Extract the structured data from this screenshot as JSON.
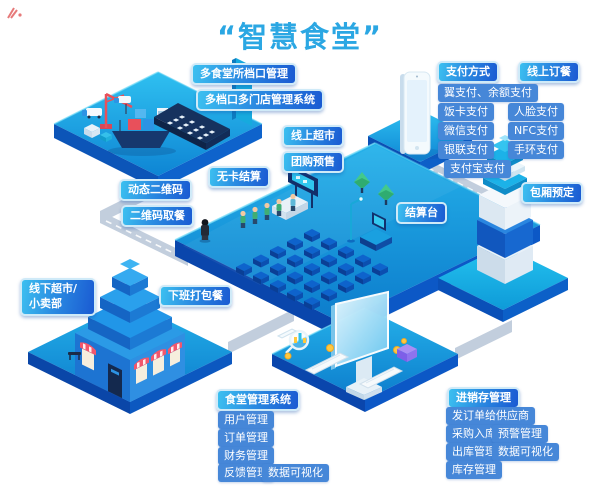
{
  "title": "“智慧食堂”",
  "colors": {
    "title_blue": "#2ba7e3",
    "tag_gradient_from": "#3cc0f0",
    "tag_gradient_to": "#1a5ad2",
    "item_blue": "#4687d8",
    "platform_blue": "#0f8cd8",
    "accent_cyan": "#1cb2e8",
    "awning_red": "#f2566c",
    "tree_green": "#43c98c"
  },
  "tags": {
    "multi_canteen_stall": "多食堂所档口管理",
    "multi_store_system": "多档口多门店管理系统",
    "payment_method": "支付方式",
    "online_order": "线上订餐",
    "online_market": "线上超市",
    "group_presale": "团购预售",
    "cardless_settlement": "无卡结算",
    "dynamic_qr": "动态二维码",
    "qr_pickup": "二维码取餐",
    "checkout_counter": "结算台",
    "room_booking": "包厢预定",
    "offline_market_line1": "线下超市/",
    "offline_market_line2": "小卖部",
    "afterwork_pack": "下班打包餐",
    "canteen_system": "食堂管理系统",
    "inventory_system": "进销存管理"
  },
  "payment": {
    "items": [
      "翼支付、余额支付",
      "饭卡支付",
      "人脸支付",
      "微信支付",
      "NFC支付",
      "银联支付",
      "手环支付",
      "支付宝支付"
    ]
  },
  "canteen": {
    "items": [
      "用户管理",
      "订单管理",
      "财务管理",
      "反馈管理",
      "数据可视化"
    ]
  },
  "inventory": {
    "items": [
      "发订单给供应商",
      "采购入库",
      "预警管理",
      "出库管理",
      "数据可视化",
      "库存管理"
    ]
  }
}
